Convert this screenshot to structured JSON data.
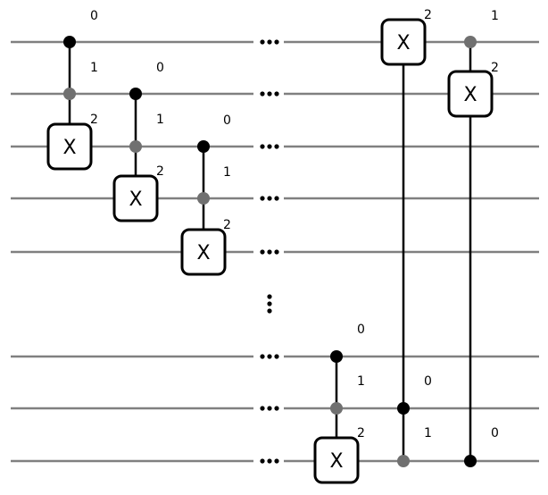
{
  "circuit": {
    "gate_symbol": "X",
    "colors": {
      "wire": "#808080",
      "control_primary": "#000000",
      "control_secondary": "#707070",
      "gate_border": "#000000"
    },
    "gates": [
      {
        "controls": [
          "0",
          "1"
        ],
        "target": "2"
      },
      {
        "controls": [
          "0",
          "1"
        ],
        "target": "2"
      },
      {
        "controls": [
          "0",
          "1"
        ],
        "target": "2"
      },
      {
        "controls": [
          "0",
          "1"
        ],
        "target": "2"
      },
      {
        "controls": [
          "0",
          "1"
        ],
        "target": "2"
      },
      {
        "controls": [
          "1"
        ],
        "target": "2"
      }
    ],
    "extra_labels": [
      "0"
    ]
  }
}
